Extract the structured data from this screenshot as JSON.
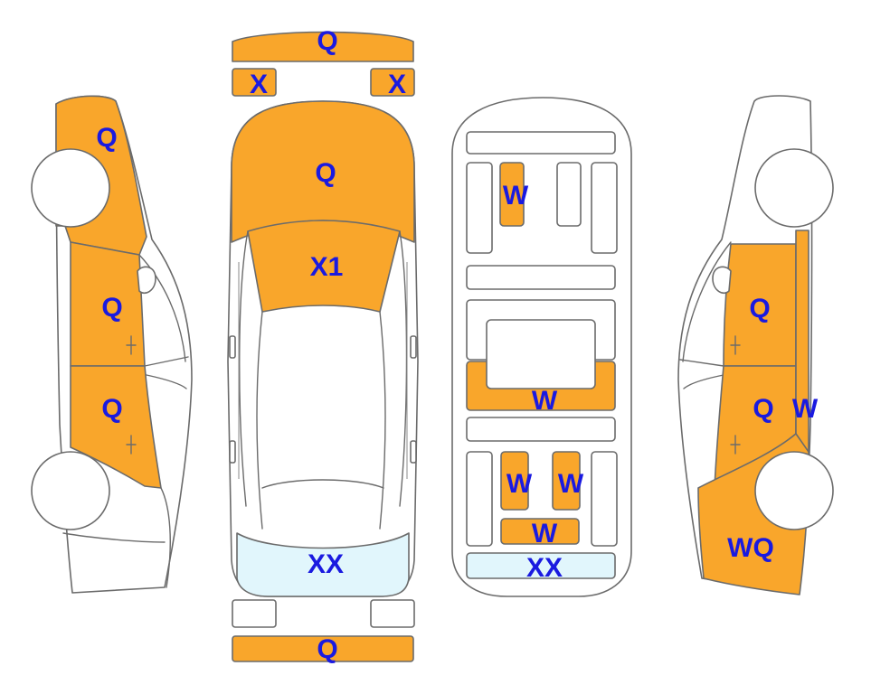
{
  "colors": {
    "damaged": "#F9A62B",
    "glass": "#E1F6FC",
    "outline": "#6B6B6B",
    "label": "#1A1AE0",
    "background": "#FFFFFF"
  },
  "legend_codes": [
    "Q",
    "X",
    "X1",
    "XX",
    "W",
    "WQ"
  ],
  "views": {
    "top": {
      "front_bumper": "Q",
      "left_headlight": "X",
      "right_headlight": "X",
      "hood": "Q",
      "windshield": "X1",
      "rear_window": "XX",
      "rear_bumper": "Q"
    },
    "left_side": {
      "front_fender": "Q",
      "front_door": "Q",
      "rear_door": "Q"
    },
    "underbody": {
      "front_rail": "W",
      "center_crossmember": "W",
      "rear_rail_left": "W",
      "rear_rail_right": "W",
      "rear_crossmember": "W",
      "rear_panel": "XX"
    },
    "right_side": {
      "front_door": "Q",
      "rear_door": "Q",
      "pillar": "W",
      "quarter_panel": "WQ"
    }
  }
}
